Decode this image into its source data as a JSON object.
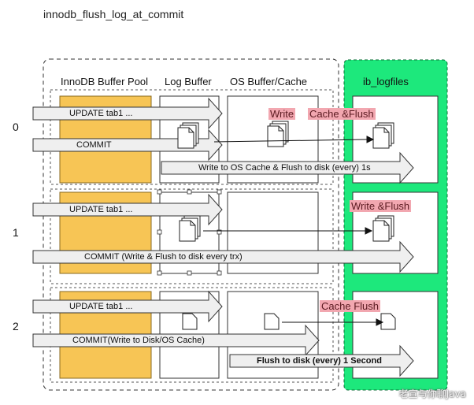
{
  "title": "innodb_flush_log_at_commit",
  "columns": {
    "buffer_pool": "InnoDB Buffer Pool",
    "log_buffer": "Log Buffer",
    "os_cache": "OS Buffer/Cache",
    "logfiles": "ib_logfiles"
  },
  "rows": [
    {
      "label": "0",
      "update_text": "UPDATE tab1 ...",
      "commit_text": "COMMIT",
      "write_label": "Write",
      "flush_label": "Cache &Flush",
      "bottom_arrow_text": "Write to OS Cache & Flush to disk (every) 1s"
    },
    {
      "label": "1",
      "update_text": "UPDATE tab1 ...",
      "commit_text": "COMMIT (Write & Flush to disk  every trx)",
      "flush_label": "Write &Flush"
    },
    {
      "label": "2",
      "update_text": "UPDATE tab1 ...",
      "commit_text": "COMMIT(Write to Disk/OS Cache)",
      "flush_label": "Cache Flush",
      "bottom_arrow_text": "Flush to disk (every) 1 Second"
    }
  ],
  "watermark": "老宣与你聊Java",
  "colors": {
    "buffer_pool": "#f7c555",
    "logfiles": "#1de87c",
    "arrow_fill": "#efefef",
    "highlight": "#f2a7b0"
  }
}
